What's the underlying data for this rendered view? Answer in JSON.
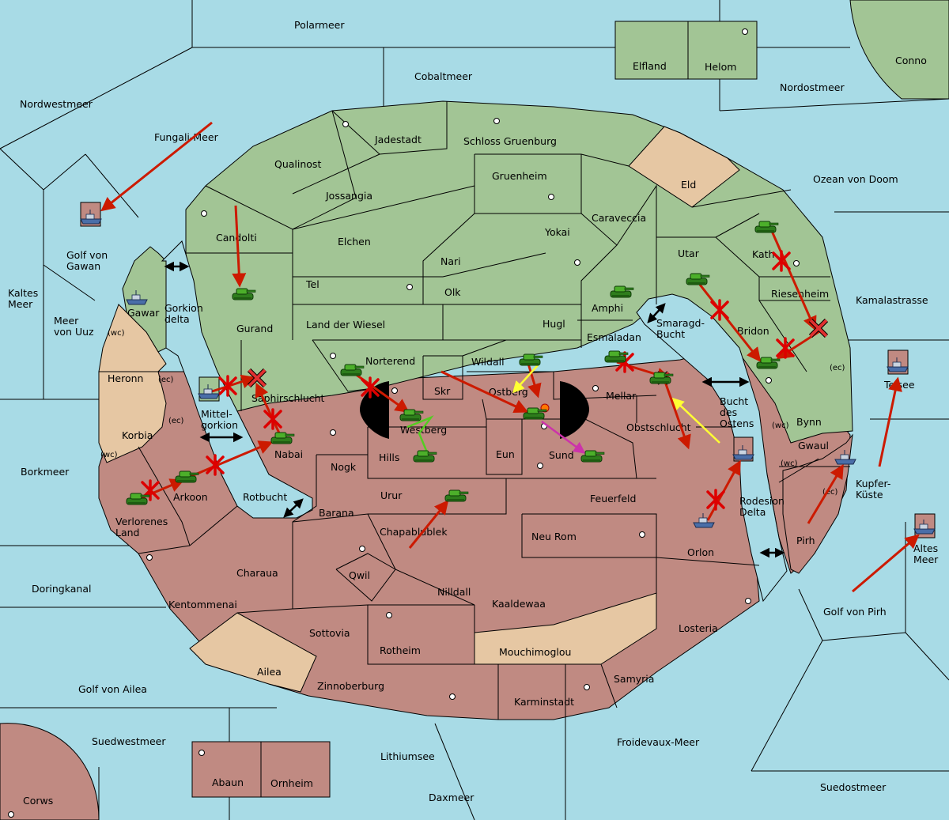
{
  "colors": {
    "sea": "#a8dbe6",
    "green_territory": "#a2c595",
    "red_territory": "#c08a82",
    "neutral_territory": "#e6c7a3",
    "move_arrow": "#cc1a00",
    "support_arrow_yellow": "#ffff33",
    "support_arrow_green": "#55cc22",
    "support_arrow_magenta": "#cc33aa"
  },
  "seas": {
    "polarmeer": "Polarmeer",
    "cobaltmeer": "Cobaltmeer",
    "nordwestmeer": "Nordwestmeer",
    "nordostmeer": "Nordostmeer",
    "fungali": "Fungali-Meer",
    "golf_gawan": "Golf von Gawan",
    "kaltes_meer": "Kaltes Meer",
    "meer_uuz": "Meer von Uuz",
    "ozean_doom": "Ozean von Doom",
    "kamalastrasse": "Kamalastrasse",
    "borkmeer": "Borkmeer",
    "doringkanal": "Doringkanal",
    "golf_ailea": "Golf von Ailea",
    "suedwestmeer": "Suedwestmeer",
    "lithiumsee": "Lithiumsee",
    "daxmeer": "Daxmeer",
    "froidevaux": "Froidevaux-Meer",
    "suedostmeer": "Suedostmeer",
    "golf_pirh": "Golf von Pirh",
    "kupferkueste": "Kupfer-Küste",
    "gorkion_delta": "Gorkion delta",
    "mittelgorkion": "Mittel-gorkion",
    "rotbucht": "Rotbucht",
    "smaragdbucht": "Smaragd-Bucht",
    "bucht_ostens": "Bucht des Ostens",
    "rodesion_delta": "Rodesion Delta"
  },
  "islands": {
    "elfland": "Elfland",
    "helom": "Helom",
    "conno": "Conno",
    "teisee": "Teisee",
    "altes_meer": "Altes Meer",
    "abaun": "Abaun",
    "ornheim": "Ornheim",
    "corws": "Corws"
  },
  "territories": {
    "jadestadt": "Jadestadt",
    "schloss": "Schloss Gruenburg",
    "qualinost": "Qualinost",
    "jossangia": "Jossangia",
    "gruenheim": "Gruenheim",
    "eld": "Eld",
    "candolti": "Candolti",
    "elchen": "Elchen",
    "caraveccia": "Caraveccia",
    "yokai": "Yokai",
    "nari": "Nari",
    "tel": "Tel",
    "olk": "Olk",
    "utar": "Utar",
    "kath": "Kath",
    "gurand": "Gurand",
    "land_wiesel": "Land der Wiesel",
    "hugl": "Hugl",
    "amphi": "Amphi",
    "riesenheim": "Riesenheim",
    "gawar": "Gawar",
    "esmaladan": "Esmaladan",
    "bridon": "Bridon",
    "norterend": "Norterend",
    "wildall": "Wildall",
    "heronn": "Heronn",
    "saphirschlucht": "Saphirschlucht",
    "skr": "Skr",
    "ostberg": "Ostberg",
    "mellar": "Mellar",
    "westberg": "Westberg",
    "obstschlucht": "Obstschlucht",
    "bynn": "Bynn",
    "korbia": "Korbia",
    "nabai": "Nabai",
    "hills": "Hills",
    "eun": "Eun",
    "sund": "Sund",
    "gwaul": "Gwaul",
    "nogk": "Nogk",
    "urur": "Urur",
    "feuerfeld": "Feuerfeld",
    "arkoon": "Arkoon",
    "verlorenes": "Verlorenes Land",
    "barana": "Barana",
    "chapablublek": "Chapablublek",
    "neu_rom": "Neu Rom",
    "orlon": "Orlon",
    "pirh": "Pirh",
    "charaua": "Charaua",
    "qwil": "Qwil",
    "nilldall": "Nilldall",
    "kaaldewaa": "Kaaldewaa",
    "kentommenai": "Kentommenai",
    "sottovia": "Sottovia",
    "losteria": "Losteria",
    "rotheim": "Rotheim",
    "mouchimoglou": "Mouchimoglou",
    "ailea": "Ailea",
    "samyria": "Samyria",
    "zinnoberburg": "Zinnoberburg",
    "karminstadt": "Karminstadt"
  },
  "coast_tags": {
    "wc": "(wc)",
    "ec": "(ec)"
  },
  "units": [
    {
      "type": "fleet-icon",
      "at": "Golf von Gawan"
    },
    {
      "type": "fleet-icon",
      "at": "Gawar"
    },
    {
      "type": "fleet-icon",
      "at": "Mittel-gorkion"
    },
    {
      "type": "fleet-icon",
      "at": "Rodesion Delta"
    },
    {
      "type": "fleet-icon",
      "at": "Orlon"
    },
    {
      "type": "fleet-icon",
      "at": "Kupfer-Küste"
    },
    {
      "type": "fleet-icon",
      "at": "Teisee"
    },
    {
      "type": "fleet-icon",
      "at": "Altes Meer"
    },
    {
      "type": "army-icon",
      "at": "Gurand"
    },
    {
      "type": "army-icon",
      "at": "Norterend"
    },
    {
      "type": "army-icon",
      "at": "Westberg"
    },
    {
      "type": "army-icon",
      "at": "Hills"
    },
    {
      "type": "army-icon",
      "at": "Wildall"
    },
    {
      "type": "army-icon",
      "at": "Ostberg"
    },
    {
      "type": "army-icon",
      "at": "Sund"
    },
    {
      "type": "army-icon",
      "at": "Amphi"
    },
    {
      "type": "army-icon",
      "at": "Esmaladan"
    },
    {
      "type": "army-icon",
      "at": "Mellar"
    },
    {
      "type": "army-icon",
      "at": "Utar"
    },
    {
      "type": "army-icon",
      "at": "Kath"
    },
    {
      "type": "army-icon",
      "at": "Bridon"
    },
    {
      "type": "army-icon",
      "at": "Nabai"
    },
    {
      "type": "army-icon",
      "at": "Arkoon"
    },
    {
      "type": "army-icon",
      "at": "Verlorenes Land"
    },
    {
      "type": "army-icon",
      "at": "Urur"
    }
  ]
}
